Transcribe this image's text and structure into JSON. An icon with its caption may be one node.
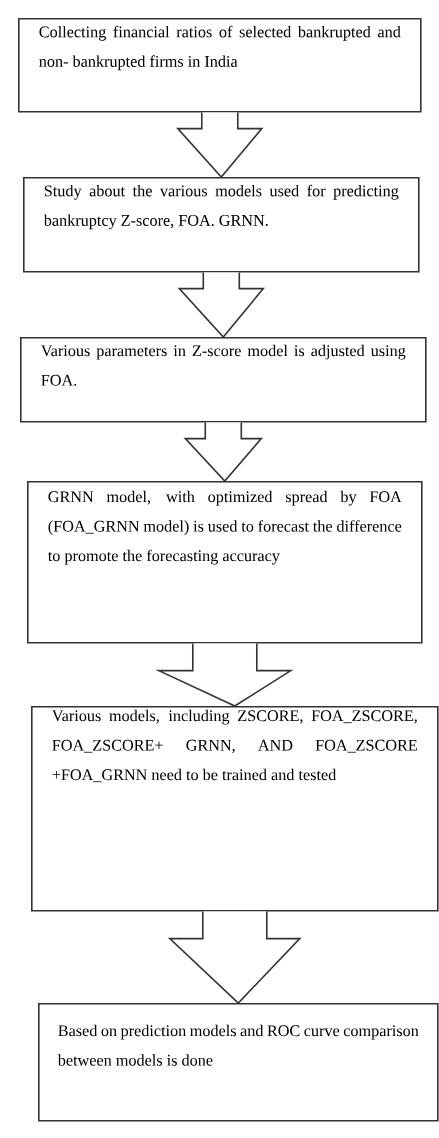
{
  "diagram": {
    "nodes": [
      {
        "text": [
          "Collecting financial ratios of selected bankrupted and non- bankrupted firms in India"
        ]
      },
      {
        "text": [
          "Study about the various models used for predicting bankruptcy Z-score, FOA. GRNN."
        ]
      },
      {
        "text": [
          "Various parameters in Z-score model is adjusted using FOA."
        ]
      },
      {
        "text": [
          "GRNN model, with optimized spread by FOA (FOA_GRNN model) is used to forecast the difference to promote the forecasting accuracy"
        ]
      },
      {
        "text": [
          "Various models, including ZSCORE, FOA_ZSCORE, FOA_ZSCORE+ GRNN, AND FOA_ZSCORE +FOA_GRNN need to be trained and tested"
        ]
      },
      {
        "text": [
          "Based on prediction models and ROC curve comparison between models is done"
        ]
      }
    ],
    "edges": [
      {
        "from": 0,
        "to": 1,
        "arrow": "to"
      },
      {
        "from": 1,
        "to": 2,
        "arrow": "to"
      },
      {
        "from": 2,
        "to": 3,
        "arrow": "to"
      },
      {
        "from": 3,
        "to": 4,
        "arrow": "to"
      },
      {
        "from": 4,
        "to": 5,
        "arrow": "to"
      }
    ]
  }
}
